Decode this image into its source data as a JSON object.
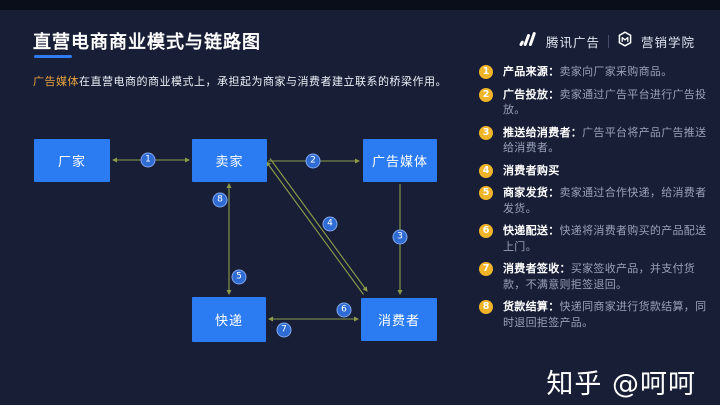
{
  "header": {
    "title": "直营电商商业模式与链路图",
    "brand": {
      "tencent": "腾讯广告",
      "academy": "营销学院"
    }
  },
  "intro": {
    "highlight": "广告媒体",
    "rest": "在直营电商的商业模式上，承担起为商家与消费者建立联系的桥梁作用。"
  },
  "colors": {
    "slide_bg": "#171e36",
    "node_blue": "#2b7bf2",
    "edge_olive": "#8e9c4a",
    "badge_blue": "#2e6bd3",
    "step_gold": "#f0b429",
    "accent_underline": "#2f7bf0",
    "intro_highlight": "#e8a33d"
  },
  "diagram": {
    "nodes": [
      {
        "label": "厂家"
      },
      {
        "label": "卖家"
      },
      {
        "label": "广告媒体"
      },
      {
        "label": "快递"
      },
      {
        "label": "消费者"
      }
    ]
  },
  "steps": [
    {
      "num": "1",
      "label": "产品来源：",
      "desc": "卖家向厂家采购商品。"
    },
    {
      "num": "2",
      "label": "广告投放：",
      "desc": "卖家通过广告平台进行广告投放。"
    },
    {
      "num": "3",
      "label": "推送给消费者：",
      "desc": "广告平台将产品广告推送给消费者。"
    },
    {
      "num": "4",
      "label": "消费者购买",
      "desc": ""
    },
    {
      "num": "5",
      "label": "商家发货：",
      "desc": "卖家通过合作快递，给消费者发货。"
    },
    {
      "num": "6",
      "label": "快递配送：",
      "desc": "快递将消费者购买的产品配送上门。"
    },
    {
      "num": "7",
      "label": "消费者签收：",
      "desc": "买家签收产品，并支付货款，不满意则拒签退回。"
    },
    {
      "num": "8",
      "label": "货款结算：",
      "desc": "快递同商家进行货款结算，同时退回拒签产品。"
    }
  ],
  "watermark": "知乎 @呵呵"
}
